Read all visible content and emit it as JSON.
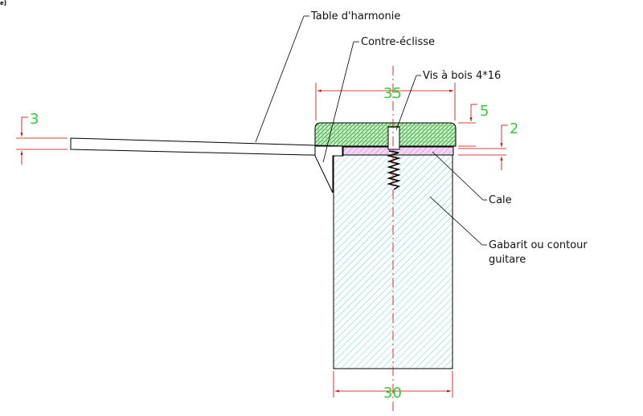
{
  "corner_tag": "e]",
  "labels": {
    "table": "Table d'harmonie",
    "contre": "Contre-éclisse",
    "vis": "Vis à bois 4*16",
    "cale": "Cale",
    "gabarit_line1": "Gabarit ou contour",
    "gabarit_line2": "guitare"
  },
  "dimensions": {
    "top_width": "35",
    "bottom_width": "30",
    "left_thickness": "3",
    "top_right": "5",
    "right_small": "2"
  },
  "colors": {
    "leader": "#000000",
    "outline": "#000000",
    "dimension_line": "#cc0000",
    "dimension_text": "#33cc33",
    "gabarit_hatch": "#5fd0d0",
    "clamp_fill": "#c6f0c6",
    "clamp_hatch": "#2e9a2e",
    "cale_fill": "#f3d6f3",
    "cale_hatch": "#cc66cc",
    "axis": "#cc0000"
  }
}
